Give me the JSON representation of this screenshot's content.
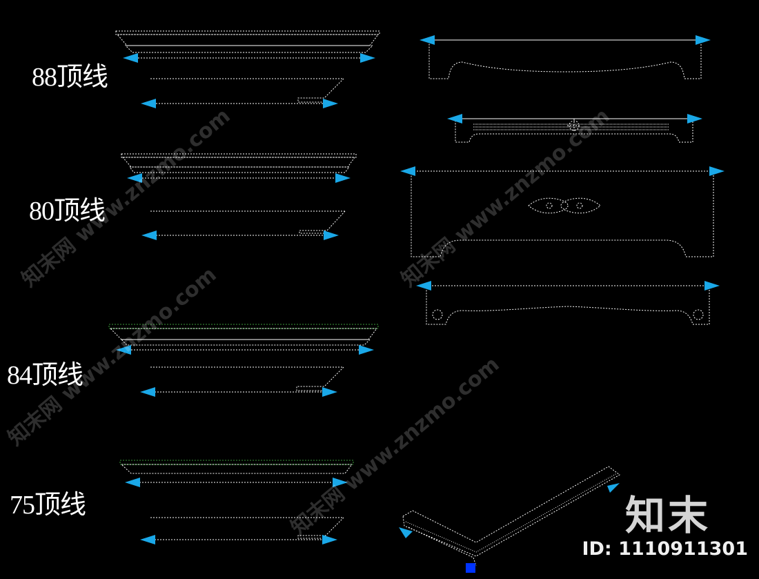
{
  "labels": [
    "88顶线",
    "80顶线",
    "84顶线",
    "75顶线"
  ],
  "watermark": {
    "brand": "知末",
    "id_text": "ID: 1110911301",
    "diagonal": "知末网 www.znzmo.com"
  },
  "colors": {
    "background": "#000000",
    "arrow": "#1aa8e8",
    "line": "#ffffff",
    "green": "#3a9a3a",
    "anchor": "#0033ff"
  }
}
